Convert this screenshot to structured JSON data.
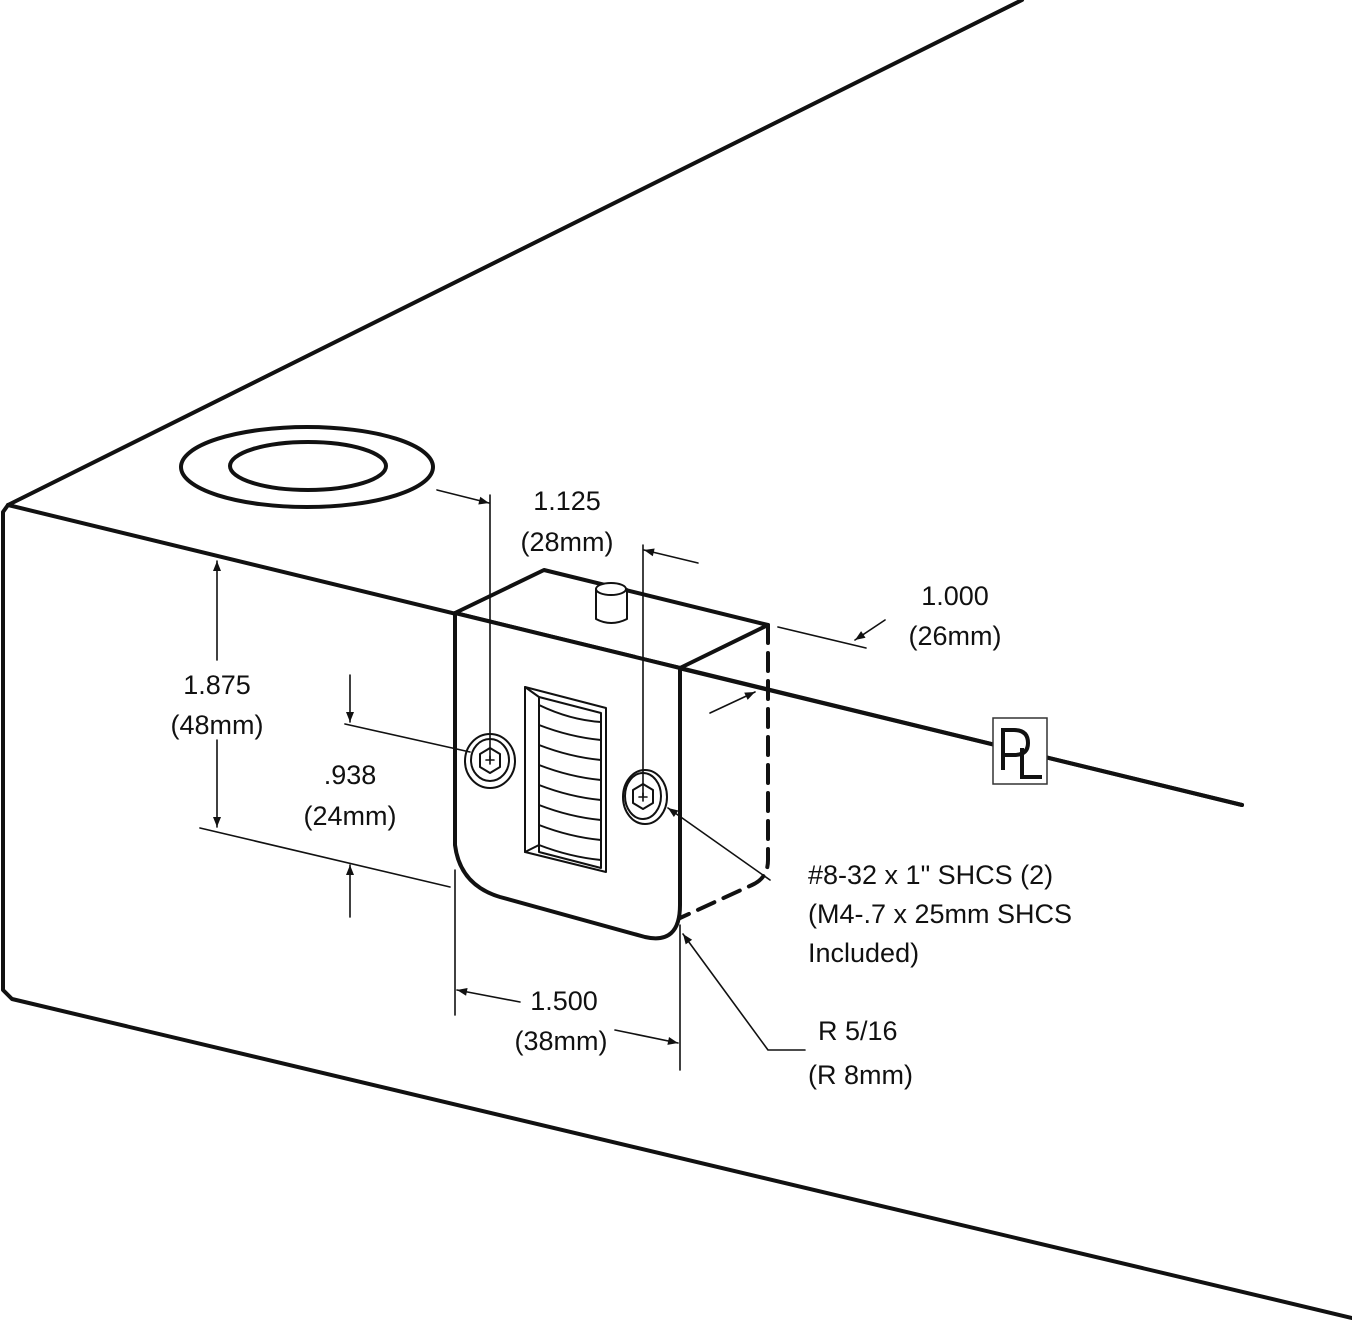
{
  "dimensions": {
    "width": {
      "value": "1.125",
      "metric": "(28mm)"
    },
    "depth": {
      "value": "1.000",
      "metric": "(26mm)"
    },
    "height": {
      "value": "1.875",
      "metric": "(48mm)"
    },
    "screw_offset": {
      "value": ".938",
      "metric": "(24mm)"
    },
    "length": {
      "value": "1.500",
      "metric": "(38mm)"
    }
  },
  "callouts": {
    "screws": {
      "line1": "#8-32 x 1\" SHCS (2)",
      "line2": "(M4-.7 x 25mm SHCS",
      "line3": "Included)"
    },
    "radius": {
      "line1": "R 5/16",
      "line2": "(R 8mm)"
    }
  },
  "logo": {
    "text": "PL"
  }
}
